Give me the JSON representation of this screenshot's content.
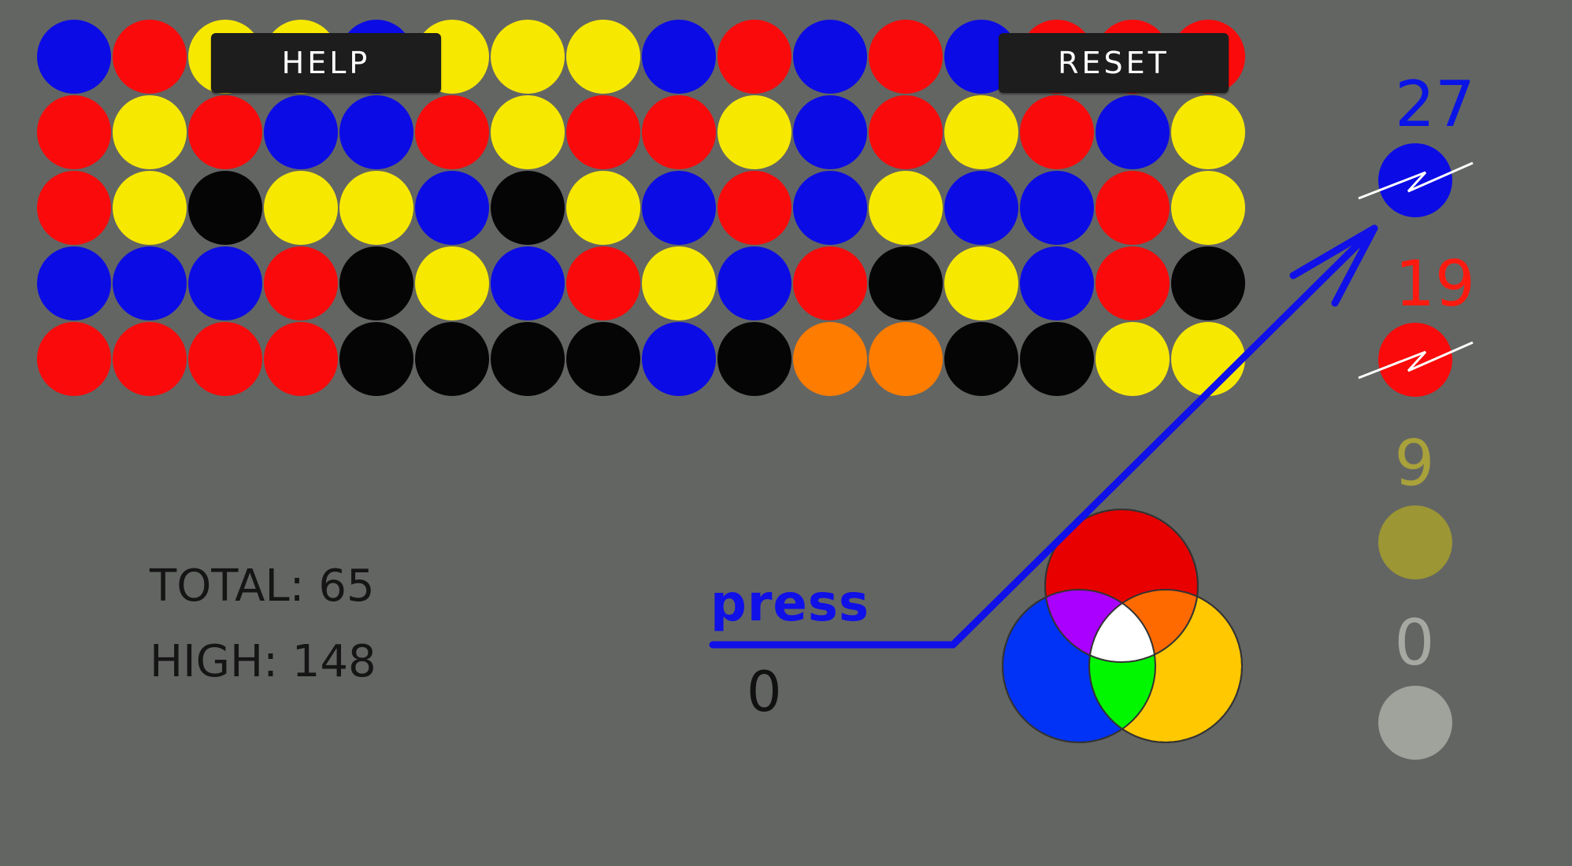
{
  "buttons": {
    "help": "HELP",
    "reset": "RESET"
  },
  "stats": {
    "total": "TOTAL: 65",
    "high": "HIGH: 148"
  },
  "press": {
    "label": "press",
    "count": "0"
  },
  "side_counts": {
    "blue": "27",
    "red": "19",
    "yellow": "9",
    "gray": "0"
  },
  "colors": {
    "background": "#636563",
    "blue": "#0b0be6",
    "red": "#fa0a0a",
    "yellow": "#f7e800",
    "black": "#050505",
    "orange": "#fe7c00",
    "arrow": "#1010e8",
    "dim_yellow": "#9c9634",
    "dim_gray": "#9fa39c"
  },
  "grid": [
    [
      "blue",
      "red",
      "yellow",
      "yellow",
      "blue",
      "yellow",
      "yellow",
      "yellow",
      "blue",
      "red",
      "blue",
      "red",
      "blue",
      "red",
      "red",
      "red"
    ],
    [
      "red",
      "yellow",
      "red",
      "blue",
      "blue",
      "red",
      "yellow",
      "red",
      "red",
      "yellow",
      "blue",
      "red",
      "yellow",
      "red",
      "blue",
      "yellow"
    ],
    [
      "red",
      "yellow",
      "black",
      "yellow",
      "yellow",
      "blue",
      "black",
      "yellow",
      "blue",
      "red",
      "blue",
      "yellow",
      "blue",
      "blue",
      "red",
      "yellow"
    ],
    [
      "blue",
      "blue",
      "blue",
      "red",
      "black",
      "yellow",
      "blue",
      "red",
      "yellow",
      "blue",
      "red",
      "black",
      "yellow",
      "blue",
      "red",
      "black"
    ],
    [
      "red",
      "red",
      "red",
      "red",
      "black",
      "black",
      "black",
      "black",
      "blue",
      "black",
      "orange",
      "orange",
      "black",
      "black",
      "yellow",
      "yellow"
    ]
  ],
  "side_balls": [
    {
      "name": "blue-counter-ball",
      "color": "blue",
      "slashed": true
    },
    {
      "name": "red-counter-ball",
      "color": "red",
      "slashed": true
    },
    {
      "name": "yellow-counter-ball",
      "color": "dim_yellow",
      "slashed": false
    },
    {
      "name": "gray-counter-ball",
      "color": "dim_gray",
      "slashed": false
    }
  ],
  "color_wheel": {
    "red": "#e80000",
    "blue": "#0033f5",
    "yellow": "#ffc800",
    "magenta": "#aa00ff",
    "orange": "#ff6a00",
    "green": "#00f700",
    "white": "#ffffff"
  }
}
